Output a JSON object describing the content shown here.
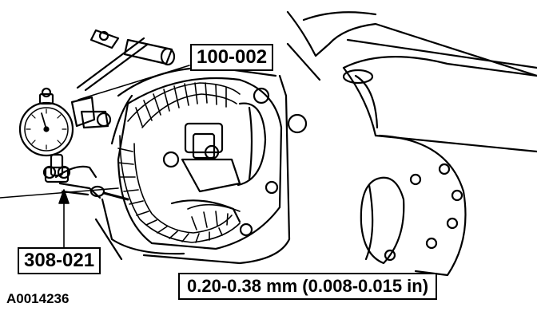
{
  "callouts": {
    "dial_indicator_tool": "308-021",
    "holder_tool": "100-002",
    "specification": "0.20-0.38 mm (0.008-0.015 in)"
  },
  "figure_id": "A0014236",
  "colors": {
    "ink": "#000000",
    "paper": "#ffffff"
  }
}
